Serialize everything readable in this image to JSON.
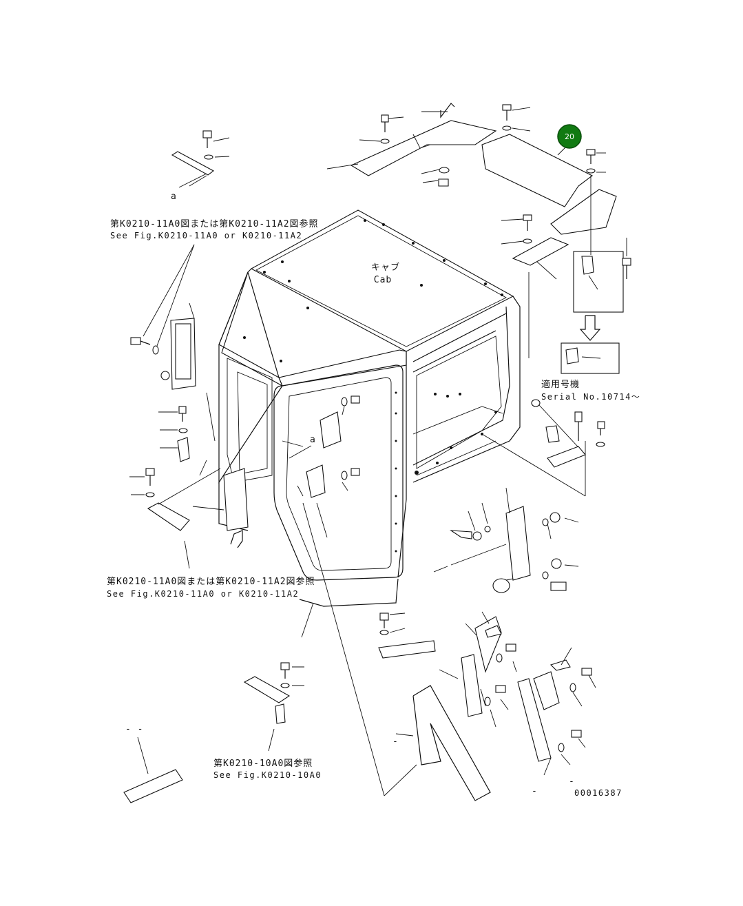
{
  "labels": {
    "cab_ja": "キャブ",
    "cab_en": "Cab",
    "ref_top_ja": "第K0210-11A0図または第K0210-11A2図参照",
    "ref_top_en": "See Fig.K0210-11A0 or K0210-11A2",
    "ref_mid_ja": "第K0210-11A0図または第K0210-11A2図参照",
    "ref_mid_en": "See Fig.K0210-11A0 or K0210-11A2",
    "ref_bottom_ja": "第K0210-10A0図参照",
    "ref_bottom_en": "See Fig.K0210-10A0",
    "serial_ja": "適用号機",
    "serial_en": "Serial No.10714～",
    "detail_a_top": "a",
    "detail_a_cab": "a",
    "dash_top_left": "- -",
    "dash_bottom_1": "-",
    "dash_bottom_2": "-",
    "dash_bottom_3": "-",
    "drawing_number": "00016387"
  },
  "callouts": [
    {
      "number": "20",
      "color": "#117a12"
    }
  ]
}
